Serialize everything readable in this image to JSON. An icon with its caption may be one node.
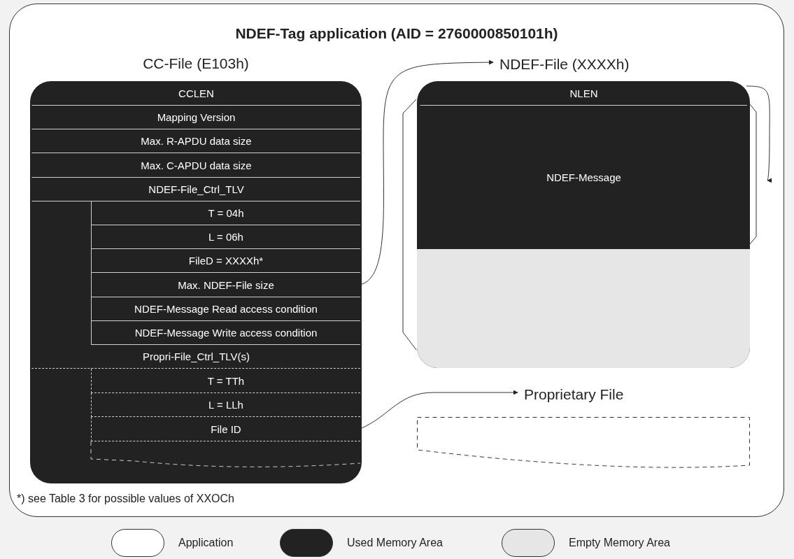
{
  "diagram": {
    "nodes": [
      {
        "text": [
          "NDEF-Tag application (AID = 2760000850101h)"
        ]
      },
      {
        "text": [
          "CC-File (E103h)"
        ],
        "in": 0
      },
      {
        "text": [
          "CCLEN"
        ],
        "in": 1
      },
      {
        "text": [
          "Mapping Version"
        ],
        "in": 1
      },
      {
        "text": [
          "Max. R-APDU data size"
        ],
        "in": 1
      },
      {
        "text": [
          "Max. C-APDU data size"
        ],
        "in": 1
      },
      {
        "text": [
          "NDEF-File_Ctrl_TLV"
        ],
        "in": 1
      },
      {
        "text": [
          "T = 04h"
        ],
        "in": 1
      },
      {
        "text": [
          "L = 06h"
        ],
        "in": 1
      },
      {
        "text": [
          "FileD = XXXXh*"
        ],
        "in": 1
      },
      {
        "text": [
          "Max. NDEF-File size"
        ],
        "in": 1
      },
      {
        "text": [
          "NDEF-Message Read access condition"
        ],
        "in": 1
      },
      {
        "text": [
          "NDEF-Message Write access condition"
        ],
        "in": 1
      },
      {
        "text": [
          "Propri-File_Ctrl_TLV(s)"
        ],
        "in": 1
      },
      {
        "text": [
          "T = TTh"
        ],
        "in": 1
      },
      {
        "text": [
          "L = LLh"
        ],
        "in": 1
      },
      {
        "text": [
          "File ID"
        ],
        "in": 1
      },
      {
        "text": [
          "NDEF-File (XXXXh)"
        ],
        "in": 0
      },
      {
        "text": [],
        "shape": "box",
        "in": 0
      },
      {
        "text": [
          "NLEN"
        ],
        "in": 18
      },
      {
        "text": [
          "NDEF-Message"
        ],
        "in": 18
      },
      {
        "text": [
          "Proprietary File"
        ],
        "in": 0
      },
      {
        "text": [],
        "shape": "box",
        "in": 0
      },
      {
        "text": [],
        "shape": "box",
        "in": 18
      }
    ],
    "edges": [
      {
        "from": 10,
        "to": 17,
        "arrow": "to"
      },
      {
        "from": 19,
        "to": null,
        "arrow": "to"
      },
      {
        "from": 16,
        "to": 21,
        "arrow": "to"
      }
    ],
    "labels": [
      "*) see Table 3 for possible values of XXOCh"
    ],
    "legend": [
      {
        "text": "Application",
        "color": "#ffffff"
      },
      {
        "text": "Used Memory Area",
        "color": "#222222"
      },
      {
        "text": "Empty Memory Area",
        "color": "#e6e6e6"
      }
    ]
  }
}
